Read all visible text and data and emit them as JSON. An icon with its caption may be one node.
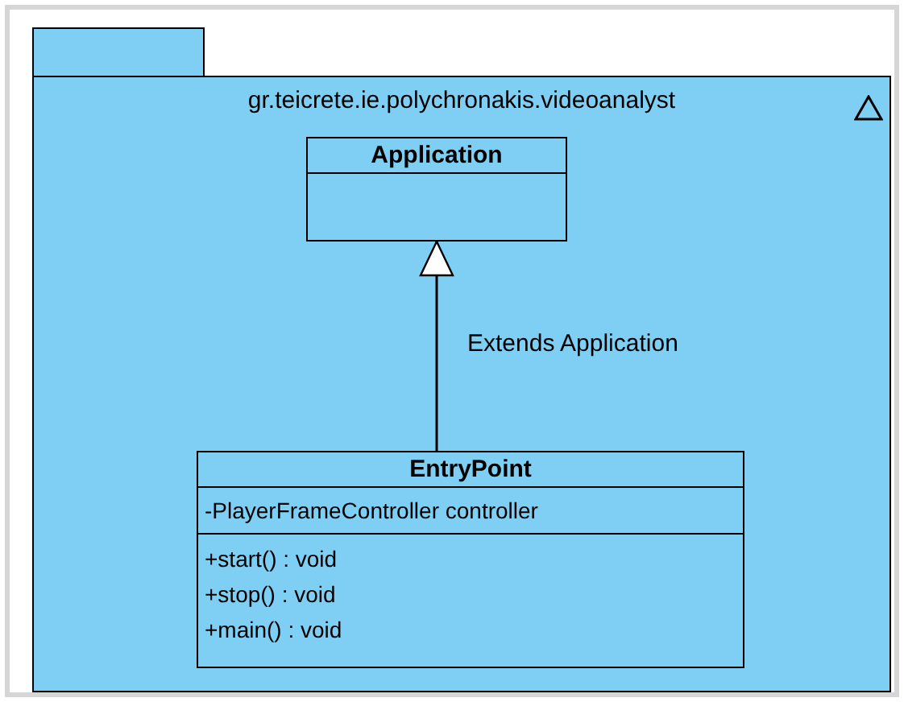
{
  "diagram": {
    "nodes": [
      {
        "text": [
          "gr.teicrete.ie.polychronakis.videoanalyst"
        ]
      },
      {
        "text": [
          "Application"
        ],
        "in": 0
      },
      {
        "text": [
          "EntryPoint",
          "-PlayerFrameController controller",
          "+start() : void",
          "+stop() : void",
          "+main() : void"
        ],
        "in": 0
      }
    ],
    "edges": [
      {
        "from": 2,
        "to": 1,
        "arrow": "to",
        "label": "Extends Application"
      }
    ]
  }
}
